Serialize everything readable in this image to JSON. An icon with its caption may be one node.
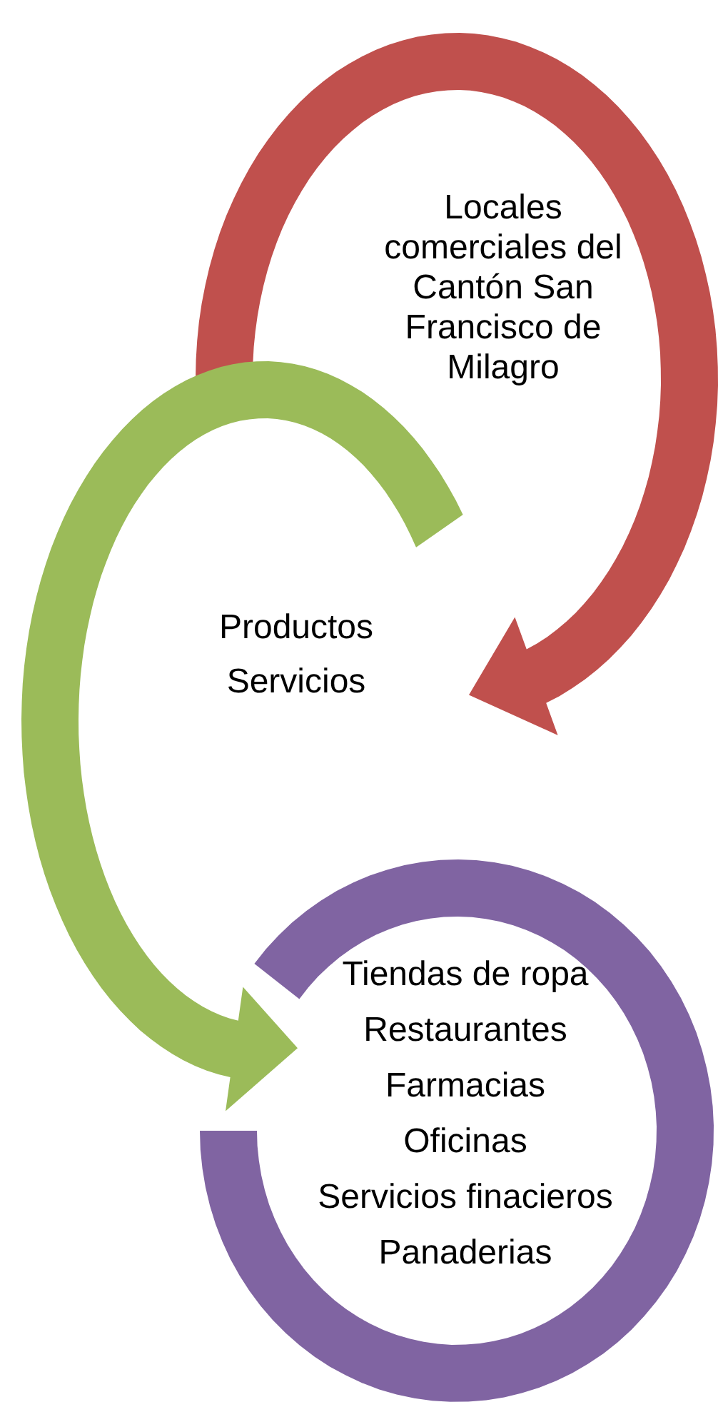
{
  "diagram": {
    "nodes": [
      {
        "text": [
          "Locales comerciales del Cantón San Francisco de Milagro"
        ]
      },
      {
        "text": [
          "Productos",
          "Servicios"
        ]
      },
      {
        "text": [
          "Tiendas de ropa",
          "Restaurantes",
          "Farmacias",
          "Oficinas",
          "Servicios finacieros",
          "Panaderias"
        ]
      }
    ],
    "edges": [
      {
        "from": 0,
        "to": 1,
        "arrow": "to"
      },
      {
        "from": 1,
        "to": 2,
        "arrow": "to"
      }
    ]
  }
}
